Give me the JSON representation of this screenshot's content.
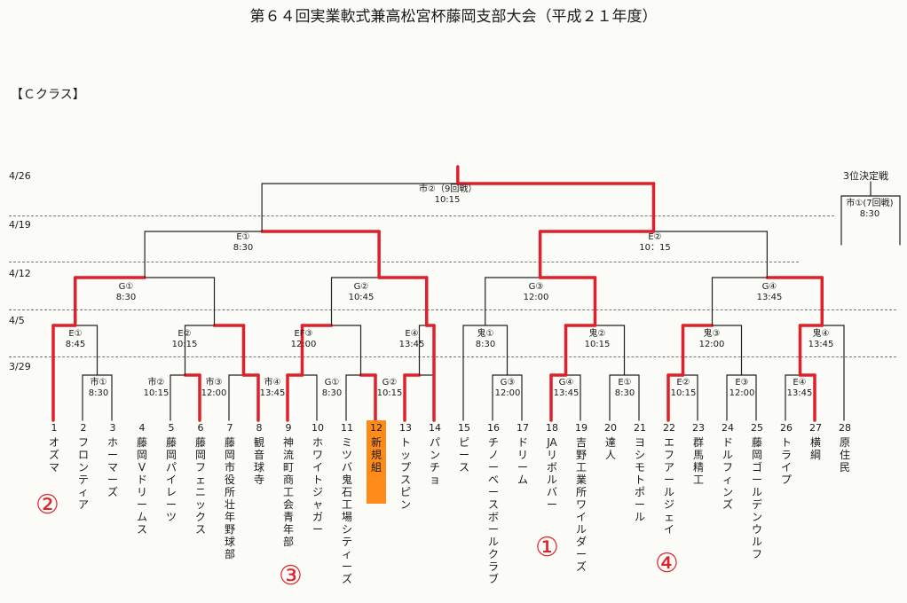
{
  "title": "第６４回実業軟式兼高松宮杯藤岡支部大会（平成２１年度）",
  "class_label": "【Ｃクラス】",
  "dates": [
    "4/26",
    "4/19",
    "4/12",
    "4/5",
    "3/29"
  ],
  "third_place": {
    "title": "3位決定戦",
    "venue": "市①(7回戦)",
    "time": "8:30"
  },
  "final": {
    "venue": "市②（9回戦）",
    "time": "10:15"
  },
  "semis": [
    {
      "venue": "E①",
      "time": "8:30"
    },
    {
      "venue": "E②",
      "time": "10：15"
    }
  ],
  "quarters": [
    {
      "venue": "G①",
      "time": "8:30"
    },
    {
      "venue": "G②",
      "time": "10:45"
    },
    {
      "venue": "G③",
      "time": "12:00"
    },
    {
      "venue": "G④",
      "time": "13:45"
    }
  ],
  "round2": [
    {
      "venue": "E①",
      "time": "8:45"
    },
    {
      "venue": "E②",
      "time": "10:15"
    },
    {
      "venue": "EF③",
      "time": "12:00"
    },
    {
      "venue": "E④",
      "time": "13:45"
    },
    {
      "venue": "鬼①",
      "time": "8:30"
    },
    {
      "venue": "鬼②",
      "time": "10:15"
    },
    {
      "venue": "鬼③",
      "time": "12:00"
    },
    {
      "venue": "鬼④",
      "time": "13:45"
    }
  ],
  "round1": [
    {
      "venue": "市①",
      "time": "8:30"
    },
    {
      "venue": "市②",
      "time": "10:15"
    },
    {
      "venue": "市③",
      "time": "12:00"
    },
    {
      "venue": "市④",
      "time": "13:45"
    },
    {
      "venue": "G①",
      "time": "8:30"
    },
    {
      "venue": "G②",
      "time": "10:15"
    },
    {
      "venue": "G③",
      "time": "12:00"
    },
    {
      "venue": "G④",
      "time": "13:45"
    },
    {
      "venue": "E①",
      "time": "8:30"
    },
    {
      "venue": "E②",
      "time": "10:15"
    },
    {
      "venue": "E③",
      "time": "12:00"
    },
    {
      "venue": "E④",
      "time": "13:45"
    }
  ],
  "teams": [
    {
      "no": "1",
      "name": "オズマ"
    },
    {
      "no": "2",
      "name": "フロンティア"
    },
    {
      "no": "3",
      "name": "ホーマーズ"
    },
    {
      "no": "4",
      "name": "藤岡Vドリームス"
    },
    {
      "no": "5",
      "name": "藤岡パイレーツ"
    },
    {
      "no": "6",
      "name": "藤岡フェニックス"
    },
    {
      "no": "7",
      "name": "藤岡市役所壮年野球部"
    },
    {
      "no": "8",
      "name": "観音球寺"
    },
    {
      "no": "9",
      "name": "神流町商工会青年部"
    },
    {
      "no": "10",
      "name": "ホワイトジャガー"
    },
    {
      "no": "11",
      "name": "ミツバ鬼石工場シティーズ"
    },
    {
      "no": "12",
      "name": "新規組"
    },
    {
      "no": "13",
      "name": "トップスピン"
    },
    {
      "no": "14",
      "name": "パンチョ"
    },
    {
      "no": "15",
      "name": "ピース"
    },
    {
      "no": "16",
      "name": "チノーベースボールクラブ"
    },
    {
      "no": "17",
      "name": "ドリーム"
    },
    {
      "no": "18",
      "name": "JAリボルバー"
    },
    {
      "no": "19",
      "name": "吉野工業所ワイルダーズ"
    },
    {
      "no": "20",
      "name": "達人"
    },
    {
      "no": "21",
      "name": "ヨシモトポール"
    },
    {
      "no": "22",
      "name": "エフアールジェイ"
    },
    {
      "no": "23",
      "name": "群馬精工"
    },
    {
      "no": "24",
      "name": "ドルフィンズ"
    },
    {
      "no": "25",
      "name": "藤岡ゴールデンウルフ"
    },
    {
      "no": "26",
      "name": "トライプ"
    },
    {
      "no": "27",
      "name": "横綱"
    },
    {
      "no": "28",
      "name": "原住民"
    }
  ],
  "rank_marks": [
    {
      "label": "②",
      "team": "1"
    },
    {
      "label": "③",
      "team": "9"
    },
    {
      "label": "①",
      "team": "18"
    },
    {
      "label": "④",
      "team": "22"
    }
  ],
  "colors": {
    "bracket": "#222222",
    "winner": "#e0202a",
    "highlight": "#ff8c1a"
  }
}
